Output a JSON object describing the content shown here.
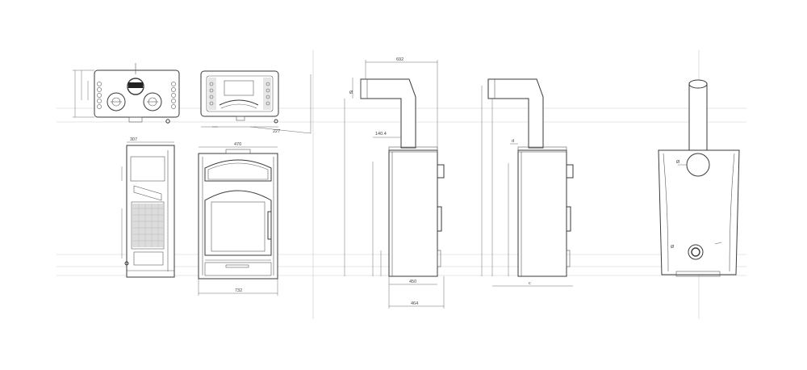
{
  "dimensions": {
    "top_depth": "307",
    "front_width": "470",
    "front_total_width": "732",
    "side_flue_offset": "692",
    "side_flue_height": "140.4",
    "side_depth": "450",
    "side_total_depth": "464",
    "plan_offset": "227",
    "side2_depth": "c",
    "side2_dim": "d",
    "diameter_symbol": "Ø"
  }
}
